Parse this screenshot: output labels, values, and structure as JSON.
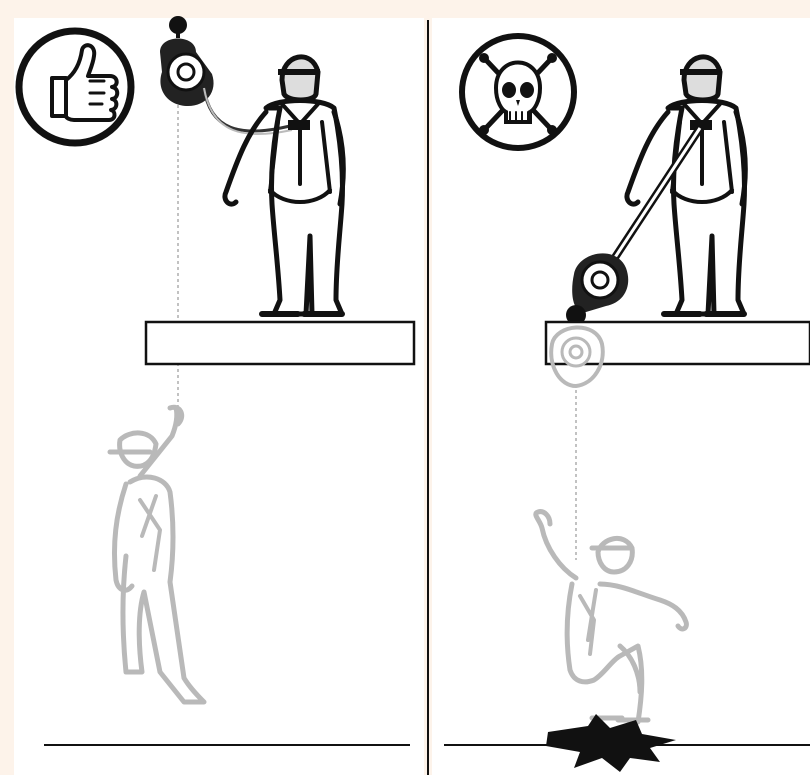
{
  "panels": [
    {
      "verdict": "correct",
      "badge_icon": "thumbs-up-icon",
      "anchor": "overhead"
    },
    {
      "verdict": "dangerous",
      "badge_icon": "skull-crossbones-icon",
      "anchor": "at-feet"
    }
  ],
  "colors": {
    "ink": "#111111",
    "ghost": "#b9b9b9",
    "background": "#fdf3ea",
    "panel": "#ffffff"
  }
}
